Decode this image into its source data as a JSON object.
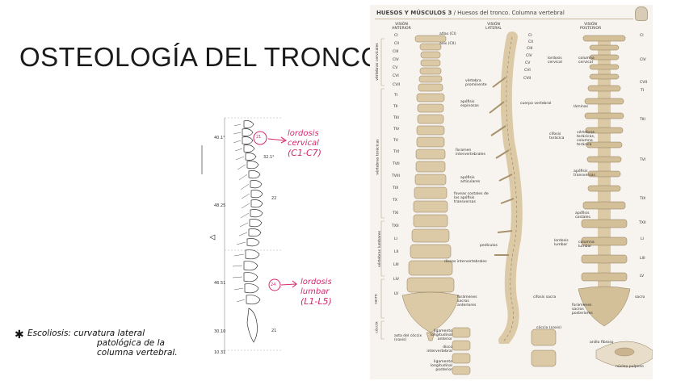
{
  "slide": {
    "title": "OSTEOLOGÍA DEL TRONCO"
  },
  "sketch": {
    "note_lordosis_cervical": [
      "lordosis",
      "cervical",
      "(C1-C7)"
    ],
    "note_lordosis_lumbar": [
      "lordosis",
      "lumbar",
      "(L1-L5)"
    ],
    "scoliosis_note": [
      "Escoliosis: curvatura lateral",
      "patológica de la",
      "columna vertebral."
    ],
    "angles": [
      "40.1°",
      "48.25",
      "46.51",
      "30.10",
      "10.31"
    ],
    "labels_circled": [
      "21",
      "24"
    ],
    "side_numbers": [
      "32.1°",
      "22",
      "21"
    ]
  },
  "plate": {
    "header_left": "HUESOS Y MÚSCULOS 3",
    "header_right": "/ Huesos del tronco. Columna vertebral",
    "views": [
      "VISIÓN ANTERIOR",
      "VISIÓN LATERAL",
      "VISIÓN POSTERIOR"
    ],
    "regions": [
      "vértebras cervicales",
      "vértebras torácicas",
      "vértebras lumbares",
      "sacro",
      "cóccix"
    ],
    "cervical": [
      "CI",
      "CII",
      "CIII",
      "CIV",
      "CV",
      "CVI",
      "CVII"
    ],
    "thoracic": [
      "TI",
      "TII",
      "TIII",
      "TIV",
      "TV",
      "TVI",
      "TVII",
      "TVIII",
      "TIX",
      "TX",
      "TXI",
      "TXII"
    ],
    "lumbar": [
      "LI",
      "LII",
      "LIII",
      "LIV",
      "LV"
    ],
    "anterior_labels": [
      "atlas (CI)",
      "axis (CII)",
      "discos intervertebrales",
      "forámenes sacros anteriores",
      "asta del cóccix (coxis)"
    ],
    "lateral_labels": [
      "vértebra prominente",
      "apófisis espinosas",
      "cuerpo vertebral",
      "foramen intervertebrales",
      "apófisis articulares",
      "foveas costales de las apófisis transversas",
      "pedículos",
      "lordosis cervical",
      "cifosis torácica",
      "lordosis lumbar",
      "cifosis sacra"
    ],
    "posterior_labels": [
      "columna cervical",
      "láminas",
      "vértebras torácicas, columna torácica",
      "apófisis transversas",
      "apófisis costales",
      "columna lumbar",
      "forámenes sacros posteriores",
      "sacro"
    ],
    "bottom_labels": [
      "ligamento longitudinal anterior",
      "disco intervertebral",
      "ligamento longitudinal posterior",
      "cóccix (coxis)",
      "anillo fibroso",
      "núcleo pulposo"
    ]
  }
}
